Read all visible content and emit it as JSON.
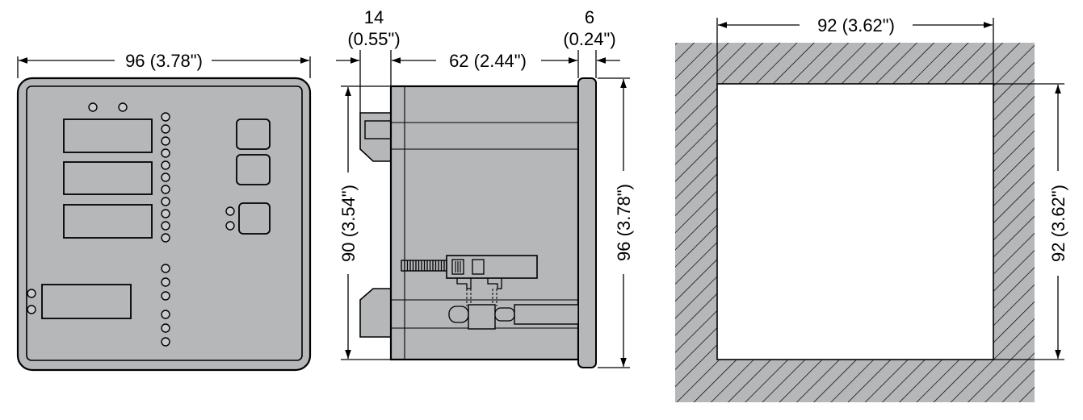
{
  "colors": {
    "panel_gray": "#b5b7b9",
    "line": "#000000",
    "hatch": "#000000",
    "background": "#ffffff"
  },
  "front_view": {
    "width_label": "96 (3.78\")"
  },
  "side_view": {
    "top_left_label_line1": "14",
    "top_left_label_line2": "(0.55\")",
    "depth_label": "62 (2.44\")",
    "top_right_label_line1": "6",
    "top_right_label_line2": "(0.24\")",
    "inner_height_label": "90 (3.54\")",
    "outer_height_label": "96 (3.78\")"
  },
  "cutout_view": {
    "width_label": "92 (3.62\")",
    "height_label": "92 (3.62\")"
  }
}
